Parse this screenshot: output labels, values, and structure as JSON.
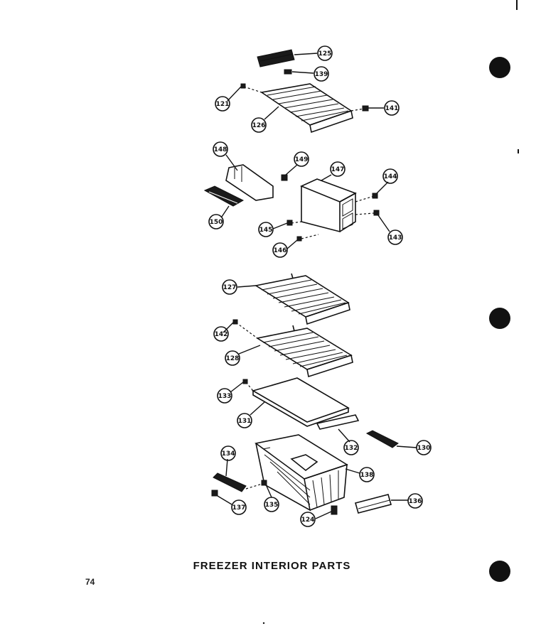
{
  "title": "FREEZER INTERIOR PARTS",
  "page_number": "74",
  "callouts": {
    "c125": "125",
    "c139": "139",
    "c121": "121",
    "c126": "126",
    "c141": "141",
    "c148": "148",
    "c149": "149",
    "c147": "147",
    "c144": "144",
    "c150": "150",
    "c145": "145",
    "c143": "143",
    "c146": "146",
    "c127": "127",
    "c142": "142",
    "c128": "128",
    "c133": "133",
    "c131": "131",
    "c132": "132",
    "c130": "130",
    "c134": "134",
    "c138": "138",
    "c135": "135",
    "c137": "137",
    "c124": "124",
    "c136": "136"
  }
}
